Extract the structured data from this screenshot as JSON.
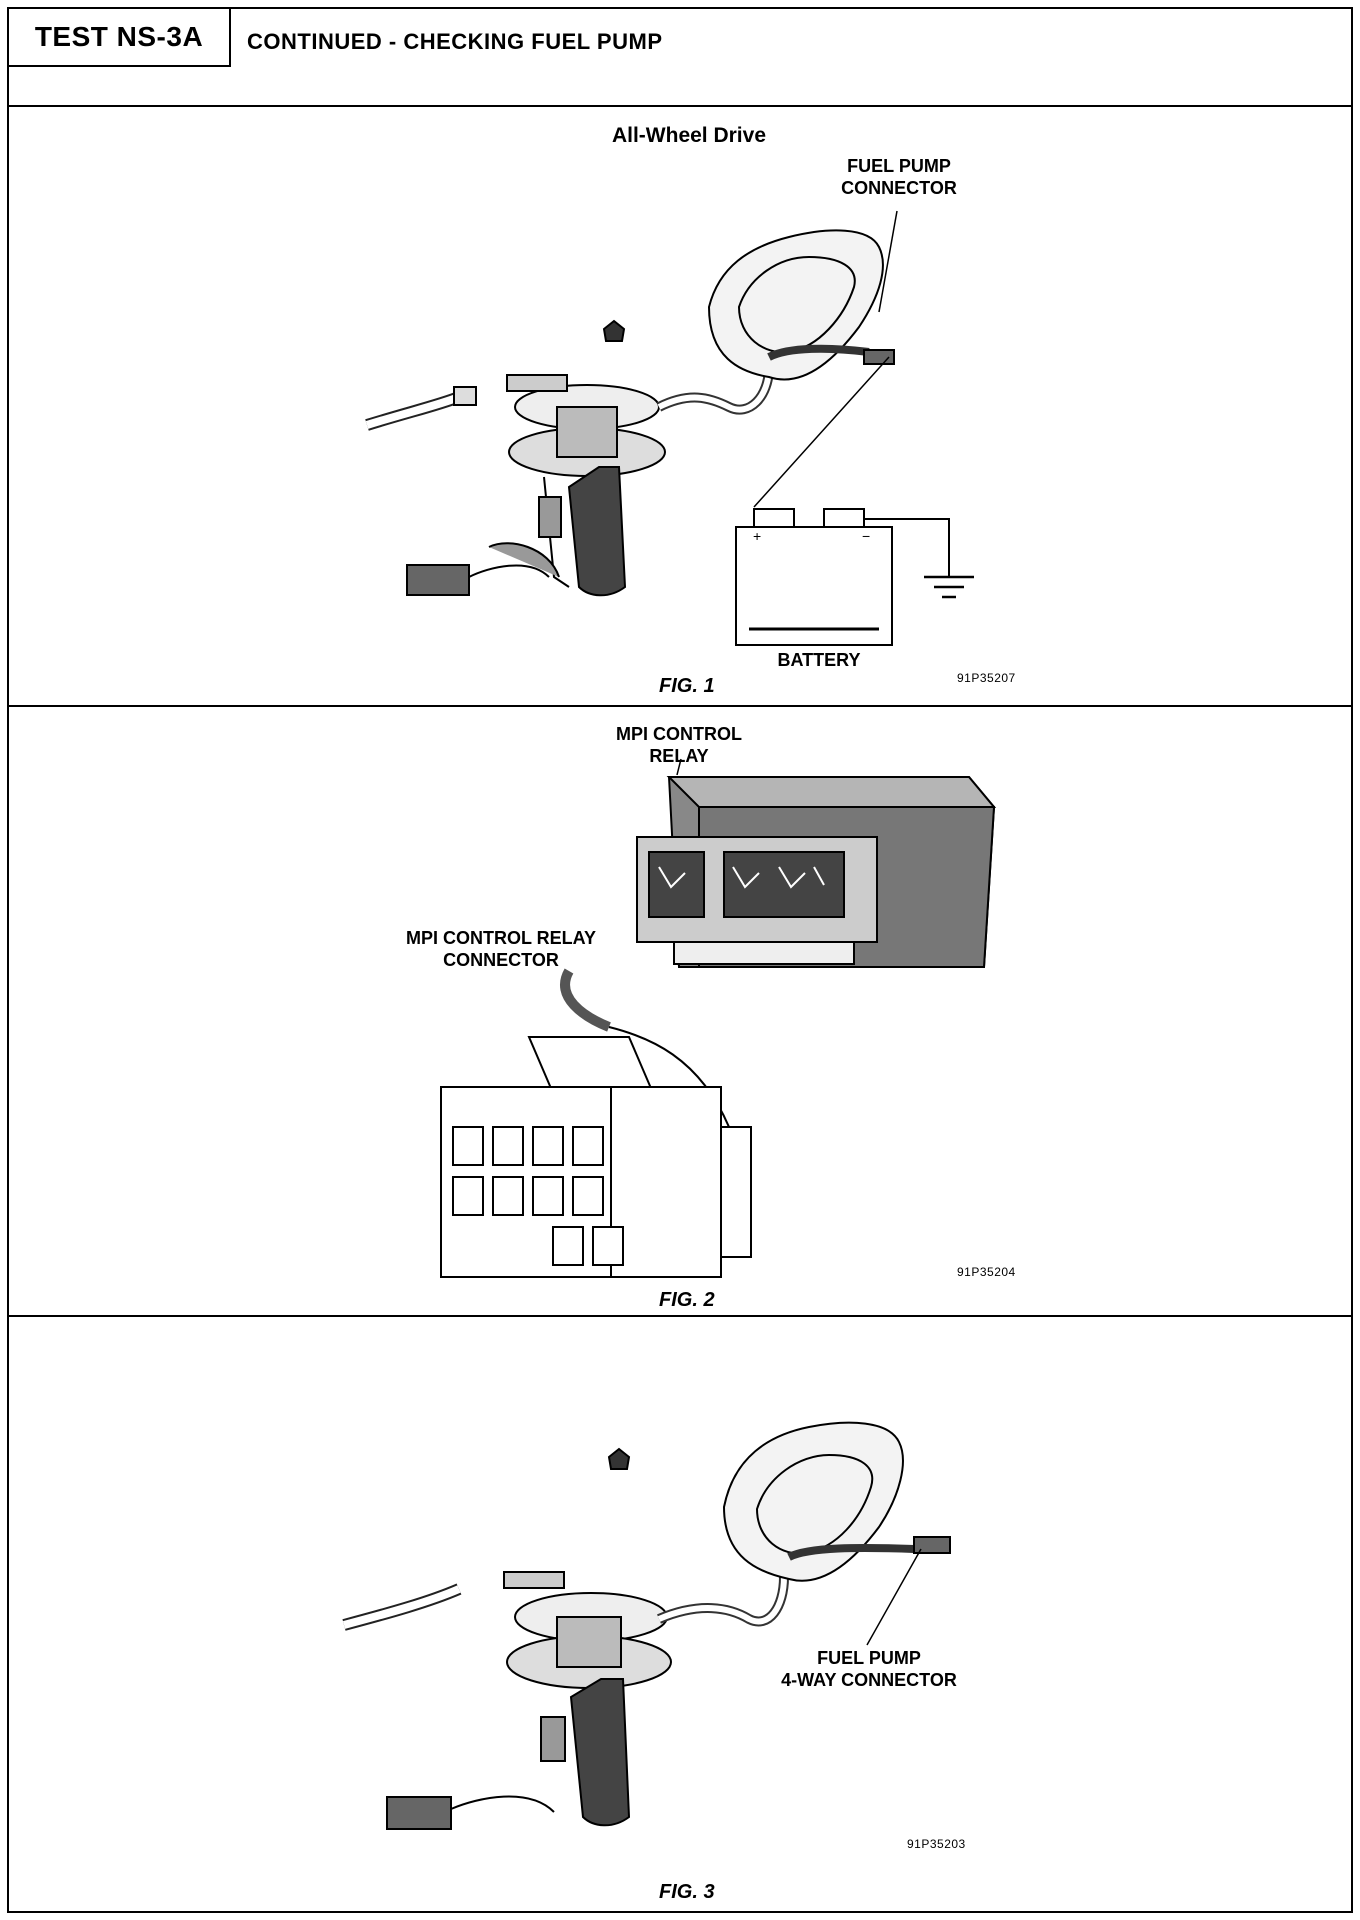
{
  "header": {
    "test_id": "TEST NS-3A",
    "title": "CONTINUED - CHECKING FUEL PUMP"
  },
  "figure1": {
    "heading": "All-Wheel Drive",
    "label_connector": [
      "FUEL PUMP",
      "CONNECTOR"
    ],
    "label_battery": "BATTERY",
    "caption": "FIG. 1",
    "code": "91P35207",
    "battery_plus": "+",
    "battery_minus": "−"
  },
  "figure2": {
    "label_relay": [
      "MPI CONTROL",
      "RELAY"
    ],
    "label_relay_connector": [
      "MPI CONTROL RELAY",
      "CONNECTOR"
    ],
    "caption": "FIG. 2",
    "code": "91P35204"
  },
  "figure3": {
    "label_connector": [
      "FUEL PUMP",
      "4-WAY CONNECTOR"
    ],
    "caption": "FIG. 3",
    "code": "91P35203"
  }
}
